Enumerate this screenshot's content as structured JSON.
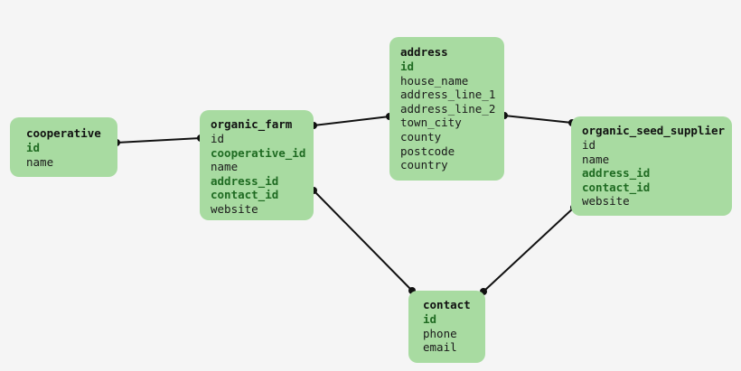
{
  "tables": {
    "cooperative": {
      "name": "cooperative",
      "fields": [
        {
          "label": "id",
          "key": true
        },
        {
          "label": "name",
          "key": false
        }
      ]
    },
    "organic_farm": {
      "name": "organic_farm",
      "fields": [
        {
          "label": "id",
          "key": false
        },
        {
          "label": "cooperative_id",
          "key": true
        },
        {
          "label": "name",
          "key": false
        },
        {
          "label": "address_id",
          "key": true
        },
        {
          "label": "contact_id",
          "key": true
        },
        {
          "label": "website",
          "key": false
        }
      ]
    },
    "address": {
      "name": "address",
      "fields": [
        {
          "label": "id",
          "key": true
        },
        {
          "label": "house_name",
          "key": false
        },
        {
          "label": "address_line_1",
          "key": false
        },
        {
          "label": "address_line_2",
          "key": false
        },
        {
          "label": "town_city",
          "key": false
        },
        {
          "label": "county",
          "key": false
        },
        {
          "label": "postcode",
          "key": false
        },
        {
          "label": "country",
          "key": false
        }
      ]
    },
    "organic_seed_supplier": {
      "name": "organic_seed_supplier",
      "fields": [
        {
          "label": "id",
          "key": false
        },
        {
          "label": "name",
          "key": false
        },
        {
          "label": "address_id",
          "key": true
        },
        {
          "label": "contact_id",
          "key": true
        },
        {
          "label": "website",
          "key": false
        }
      ]
    },
    "contact": {
      "name": "contact",
      "fields": [
        {
          "label": "id",
          "key": true
        },
        {
          "label": "phone",
          "key": false
        },
        {
          "label": "email",
          "key": false
        }
      ]
    }
  },
  "relationships": [
    {
      "from": "cooperative",
      "to": "organic_farm"
    },
    {
      "from": "organic_farm",
      "to": "address"
    },
    {
      "from": "address",
      "to": "organic_seed_supplier"
    },
    {
      "from": "organic_farm",
      "to": "contact"
    },
    {
      "from": "organic_seed_supplier",
      "to": "contact"
    }
  ],
  "colors": {
    "table_fill": "#a8dba1",
    "key_field": "#1f6b22",
    "edge": "#111111"
  }
}
